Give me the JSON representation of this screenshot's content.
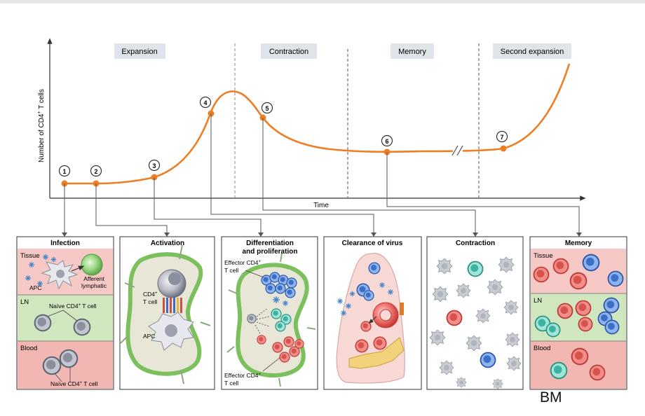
{
  "chart": {
    "y_axis_label": "Number of CD4",
    "y_axis_label_sup": "+",
    "y_axis_label_end": " T cells",
    "x_axis_label": "Time",
    "phases": [
      "Expansion",
      "Contraction",
      "Memory",
      "Second expansion"
    ],
    "steps": [
      "1",
      "2",
      "3",
      "4",
      "5",
      "6",
      "7"
    ]
  },
  "panels": {
    "infection": {
      "title": "Infection",
      "tissue": "Tissue",
      "apc": "APC",
      "afferent": "Afferent",
      "lymphatic": "lymphatic",
      "ln": "LN",
      "naive_ln": "Naïve CD4",
      "naive_ln_sup": "+",
      "naive_ln_end": " T cell",
      "blood": "Blood",
      "naive_blood": "Naïve CD4",
      "naive_blood_sup": "+",
      "naive_blood_end": " T cell"
    },
    "activation": {
      "title": "Activation",
      "cd4": "CD4",
      "cd4_sup": "+",
      "tcell": "T cell",
      "apc": "APC"
    },
    "differentiation": {
      "title_line1": "Differentiation",
      "title_line2": "and proliferation",
      "effector_top": "Effector CD4",
      "effector_top_sup": "+",
      "effector_top_end": "T cell",
      "effector_bottom": "Effector CD4",
      "effector_bottom_sup": "+",
      "effector_bottom_end": "T cell"
    },
    "clearance": {
      "title": "Clearance of virus"
    },
    "contraction": {
      "title": "Contraction"
    },
    "memory": {
      "title": "Memory",
      "tissue": "Tissue",
      "ln": "LN",
      "blood": "Blood"
    }
  },
  "footer": {
    "mark": "BM"
  },
  "colors": {
    "curve": "#ee7d24",
    "tissue_bg": "#f6c9c6",
    "ln_bg": "#cfe6bf",
    "blood_bg": "#f2b6b3",
    "phase_bg": "#dfe3ea"
  }
}
